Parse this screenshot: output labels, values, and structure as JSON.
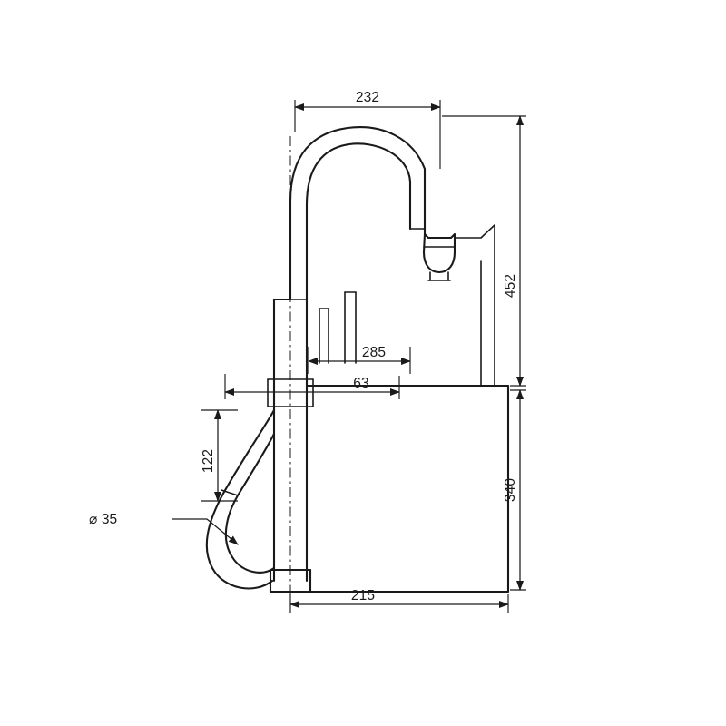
{
  "drawing": {
    "type": "technical-dimension-drawing",
    "subject": "pull-down kitchen faucet side elevation",
    "units": "mm",
    "background_color": "#ffffff",
    "line_color": "#1a1a1a",
    "dimensions": {
      "spout_reach_top": "232",
      "overall_height_right": "452",
      "deck_to_spout_outlet": "285",
      "handle_clearance": "63",
      "base_depth_bottom": "215",
      "lower_right_height": "340",
      "side_small_vertical": "122",
      "mounting_hole_diameter": "⌀ 35",
      "spray_head_note": "⌀35"
    },
    "labels": {
      "top_dim": "232",
      "right_upper_dim": "452",
      "right_lower_dim": "340",
      "bottom_dim": "215",
      "mid_dim_upper": "285",
      "mid_dim_lower": "63",
      "left_vertical_dim": "122",
      "hole_callout": "⌀ 35"
    }
  }
}
